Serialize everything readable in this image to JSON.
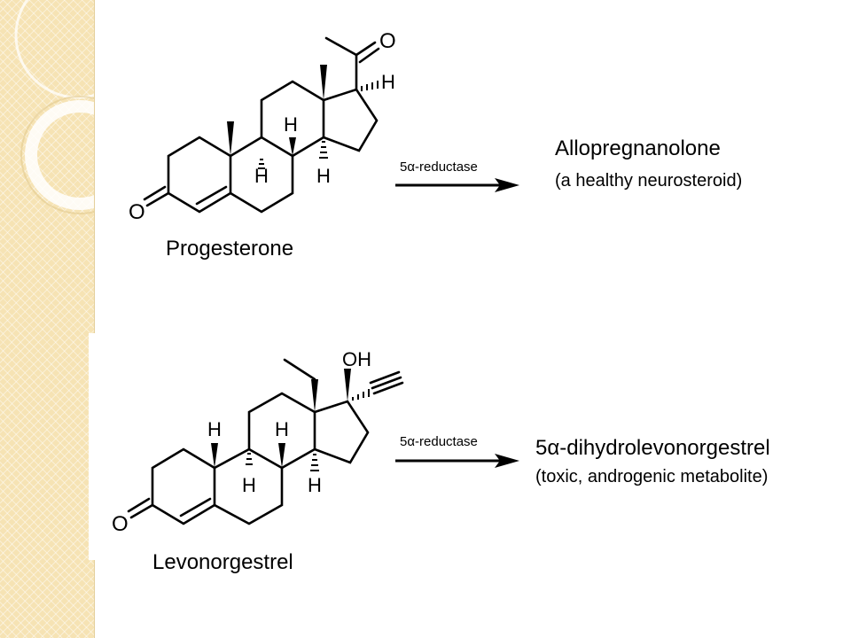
{
  "background": {
    "strip_color": "#f6e3b4",
    "ring_color": "#ffffff"
  },
  "reactions": [
    {
      "substrate": "Progesterone",
      "enzyme": "5α-reductase",
      "product": "Allopregnanolone",
      "description": "(a healthy neurosteroid)",
      "atom_labels": {
        "ketone_O": "O",
        "acetyl_O": "O",
        "h17": "H",
        "h8": "H",
        "h9": "H",
        "h14": "H"
      }
    },
    {
      "substrate": "Levonorgestrel",
      "enzyme": "5α-reductase",
      "product": "5α-dihydrolevonorgestrel",
      "description": "(toxic, androgenic metabolite)",
      "atom_labels": {
        "hydroxyl": "OH",
        "ketone_O": "O",
        "h10": "H",
        "h8": "H",
        "h9": "H",
        "h14": "H"
      }
    }
  ]
}
